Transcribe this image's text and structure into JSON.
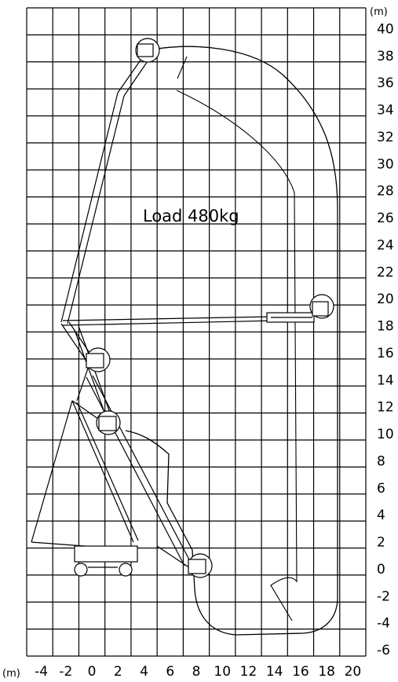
{
  "diagram": {
    "load_text": "Load 480kg",
    "y_unit": "(m)",
    "x_unit": "(m)",
    "y_ticks": [
      "40",
      "38",
      "36",
      "34",
      "32",
      "30",
      "28",
      "26",
      "24",
      "22",
      "20",
      "18",
      "16",
      "14",
      "12",
      "10",
      "8",
      "6",
      "4",
      "2",
      "0",
      "-2",
      "-4",
      "-6"
    ],
    "x_ticks": [
      "-4",
      "-2",
      "0",
      "2",
      "4",
      "6",
      "8",
      "10",
      "12",
      "14",
      "16",
      "18",
      "20"
    ]
  }
}
